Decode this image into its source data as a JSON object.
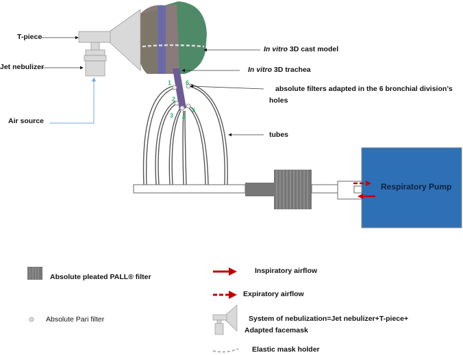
{
  "labels": {
    "t_piece": "T-piece",
    "jet_nebulizer": "Jet nebulizer",
    "air_source": "Air source",
    "cast_model_italic": "In vitro",
    "cast_model_rest": " 3D cast model",
    "trachea_italic": "In vitro",
    "trachea_rest": " 3D trachea",
    "filters_line1": "absolute filters adapted in the 6 bronchial division’s",
    "filters_line2": "holes",
    "tubes": "tubes",
    "pump": "Respiratory Pump"
  },
  "bronchial_numbers": [
    "1",
    "2",
    "3",
    "4",
    "5",
    "6"
  ],
  "legend": {
    "pall_filter": "Absolute pleated PALL® filter",
    "pari_filter": "Absolute Pari filter",
    "inspiratory": "Inspiratory airflow",
    "expiratory": "Expiratory airflow",
    "nebulization_line1": "System of nebulization=Jet nebulizer+T-piece+",
    "nebulization_line2": "Adapted facemask",
    "elastic": "Elastic mask holder"
  },
  "colors": {
    "pump": "#2e70b5",
    "arrow": "#c00000",
    "air": "#6fa8dc",
    "number": "#2bb673"
  }
}
